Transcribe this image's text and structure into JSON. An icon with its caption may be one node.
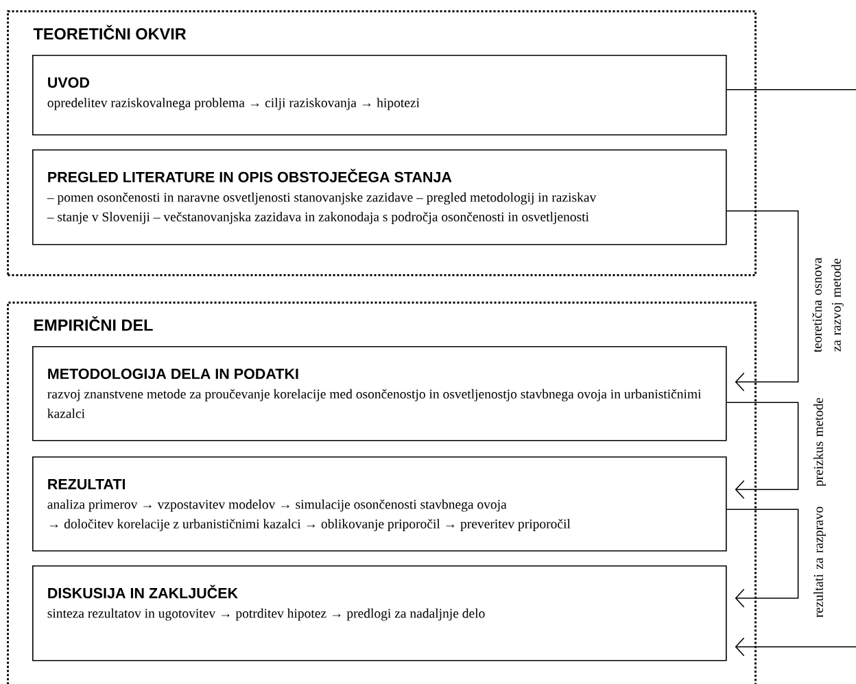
{
  "diagram": {
    "nodes": [
      {
        "text": [
          "TEORETIČNI OKVIR"
        ]
      },
      {
        "text": [
          "UVOD",
          "opredelitev raziskovalnega problema → cilji raziskovanja → hipotezi"
        ],
        "in": 0
      },
      {
        "text": [
          "PREGLED LITERATURE IN OPIS OBSTOJEČEGA STANJA",
          "– pomen osončenosti in naravne osvetljenosti stanovanjske zazidave – pregled metodologij in raziskav",
          "– stanje v Sloveniji – večstanovanjska zazidava in zakonodaja s področja osončenosti in osvetljenosti"
        ],
        "in": 0
      },
      {
        "text": [
          "EMPIRIČNI DEL"
        ]
      },
      {
        "text": [
          "METODOLOGIJA DELA IN PODATKI",
          "razvoj znanstvene metode za proučevanje korelacije med osončenostjo in osvetljenostjo stavbnega ovoja in urbanističnimi kazalci"
        ],
        "in": 3
      },
      {
        "text": [
          "REZULTATI",
          "analiza primerov → vzpostavitev modelov → simulacije osončenosti stavbnega ovoja",
          "→ določitev korelacije z urbanističnimi kazalci → oblikovanje priporočil → preveritev priporočil"
        ],
        "in": 3
      },
      {
        "text": [
          "DISKUSIJA IN ZAKLJUČEK",
          "sinteza rezultatov in ugotovitev → potrditev hipotez → predlogi za nadaljnje delo"
        ],
        "in": 3
      }
    ],
    "edges": [
      {
        "from": 1,
        "to": 6,
        "arrow": "to"
      },
      {
        "from": 2,
        "to": 4,
        "arrow": "to",
        "label": "teoretična osnova za razvoj metode"
      },
      {
        "from": 4,
        "to": 5,
        "arrow": "to",
        "label": "preizkus metode"
      },
      {
        "from": 5,
        "to": 6,
        "arrow": "to",
        "label": "rezultati za razpravo"
      }
    ]
  }
}
